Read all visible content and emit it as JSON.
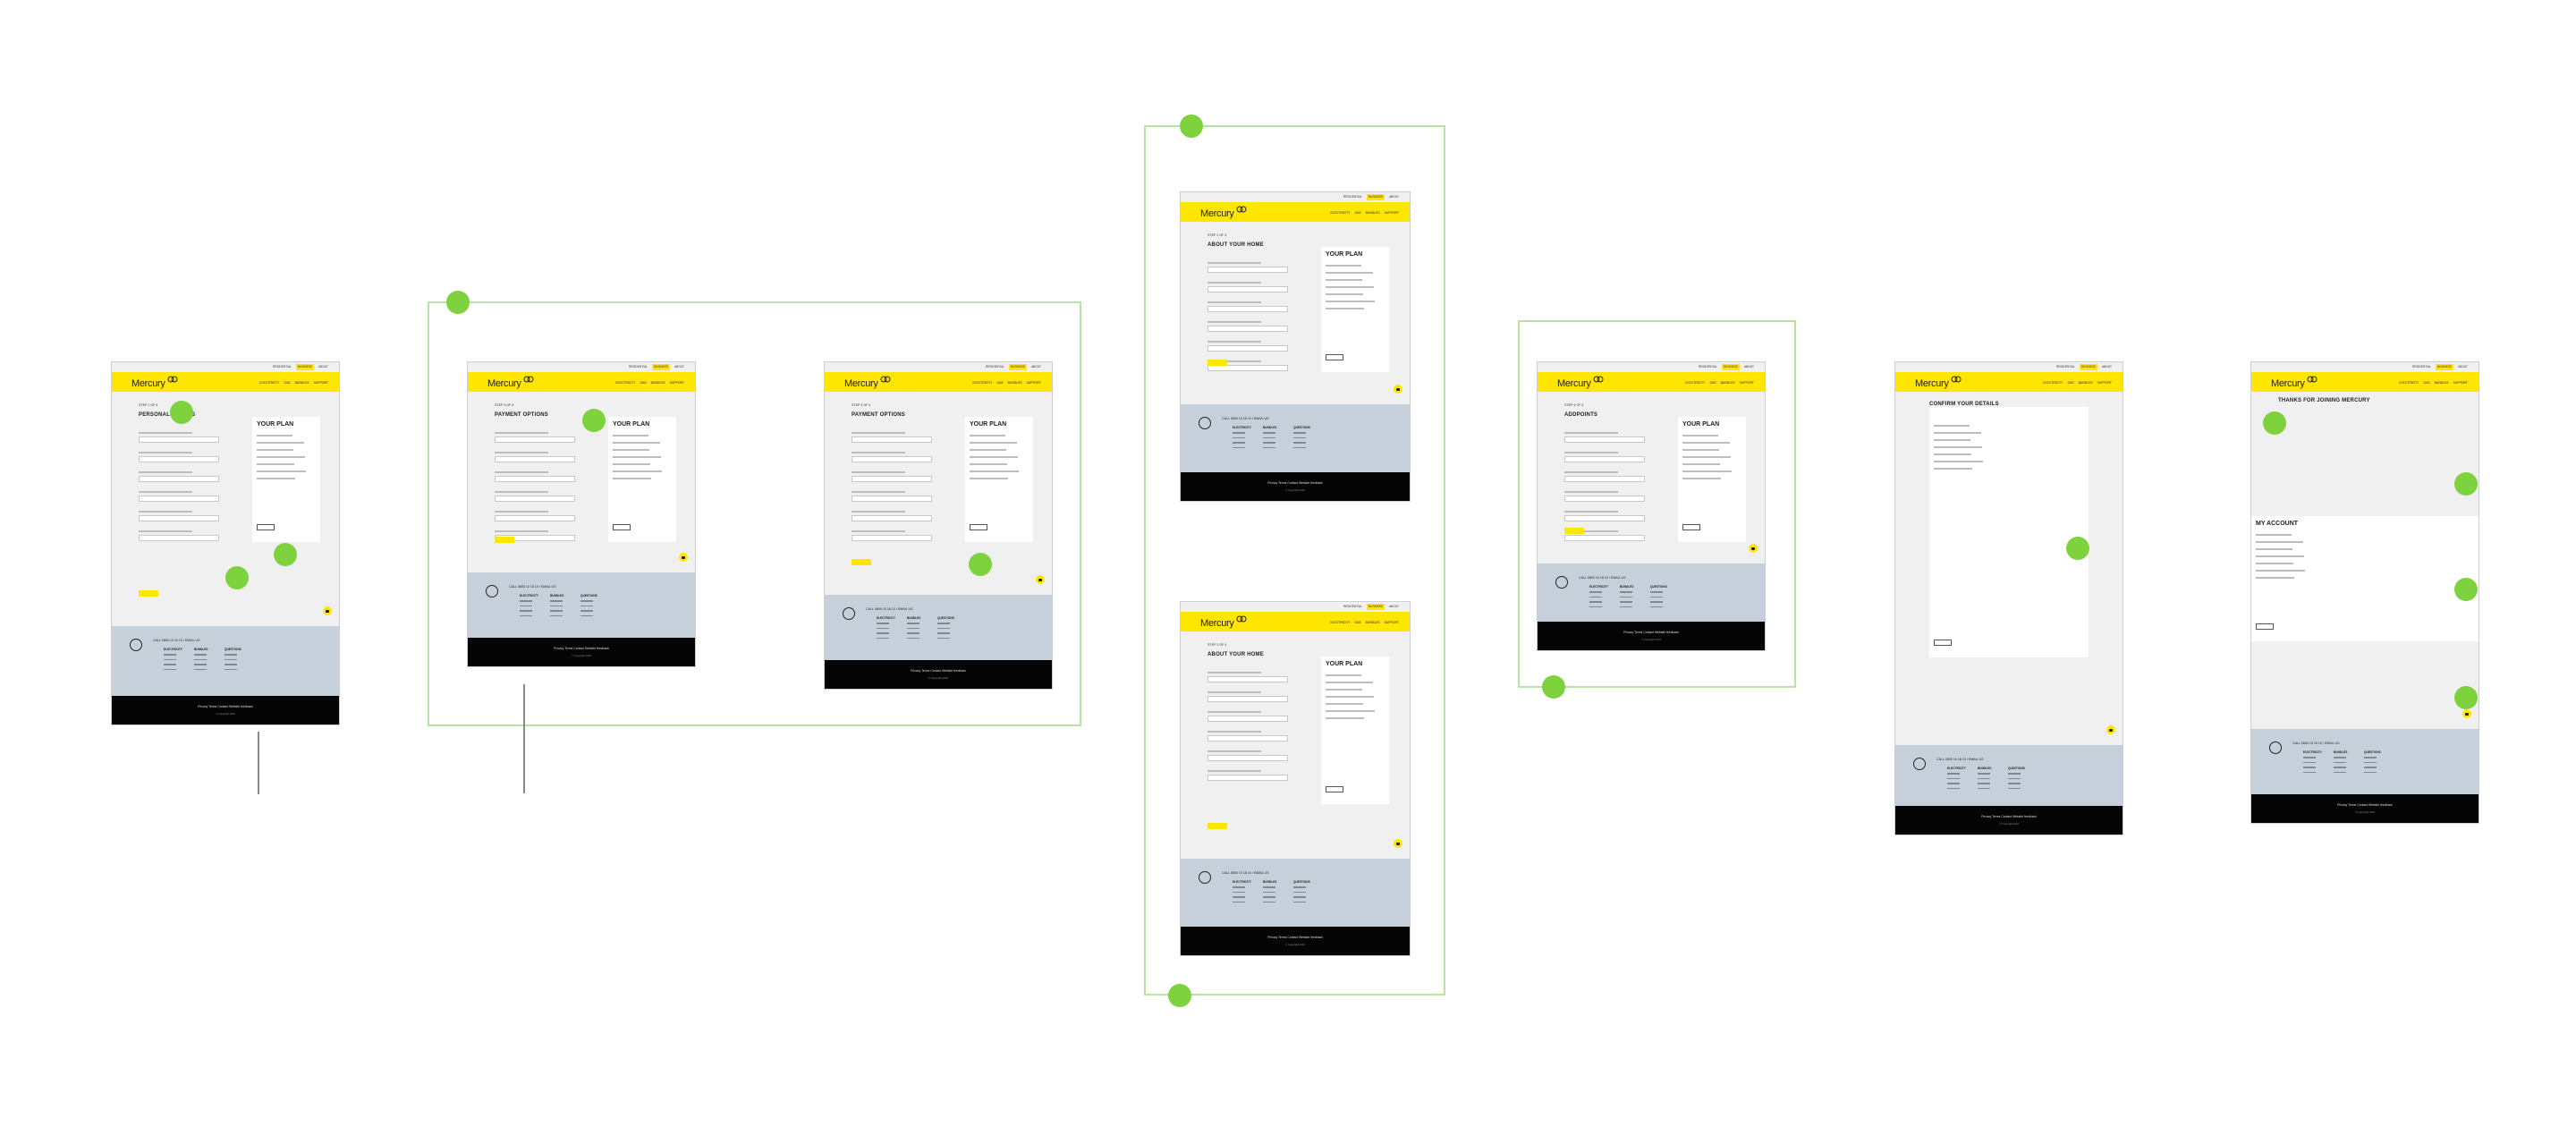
{
  "header": {
    "logo_text": "Mercury",
    "nav": [
      "ELECTRICITY",
      "GAS",
      "BUNDLES",
      "SUPPORT"
    ],
    "util": [
      "RESIDENTIAL",
      "BUSINESS",
      "ABOUT"
    ]
  },
  "screens": [
    {
      "kicker": "STEP 1 OF 4",
      "title": "PERSONAL DETAILS",
      "card_title": "YOUR PLAN"
    },
    {
      "kicker": "STEP 3 OF 4",
      "title": "PAYMENT OPTIONS",
      "card_title": "YOUR PLAN"
    },
    {
      "kicker": "STEP 3 OF 4",
      "title": "PAYMENT OPTIONS",
      "card_title": "YOUR PLAN"
    },
    {
      "kicker": "STEP 2 OF 4",
      "title": "ABOUT YOUR HOME",
      "card_title": "YOUR PLAN"
    },
    {
      "kicker": "STEP 2 OF 4",
      "title": "ABOUT YOUR HOME",
      "card_title": "YOUR PLAN"
    },
    {
      "kicker": "STEP 4 OF 4",
      "title": "ADDPOINTS",
      "card_title": "YOUR PLAN"
    },
    {
      "kicker": "",
      "title": "CONFIRM YOUR DETAILS",
      "card_title": ""
    },
    {
      "kicker": "",
      "title": "THANKS FOR JOINING MERCURY",
      "card_title": "MY ACCOUNT"
    }
  ],
  "footer": {
    "call": "CALL 0800 10 18 10 / EMAIL US",
    "columns": [
      "ELECTRICITY",
      "BUNDLES",
      "QUESTIONS"
    ],
    "bottom": "Privacy  Terms  Contact  Website feedback",
    "copyright": "© Copyright 2016"
  },
  "colors": {
    "brand": "#ffe600",
    "frame": "#b9e3a5",
    "marker": "#7ed23e",
    "footer": "#c6d0da"
  }
}
